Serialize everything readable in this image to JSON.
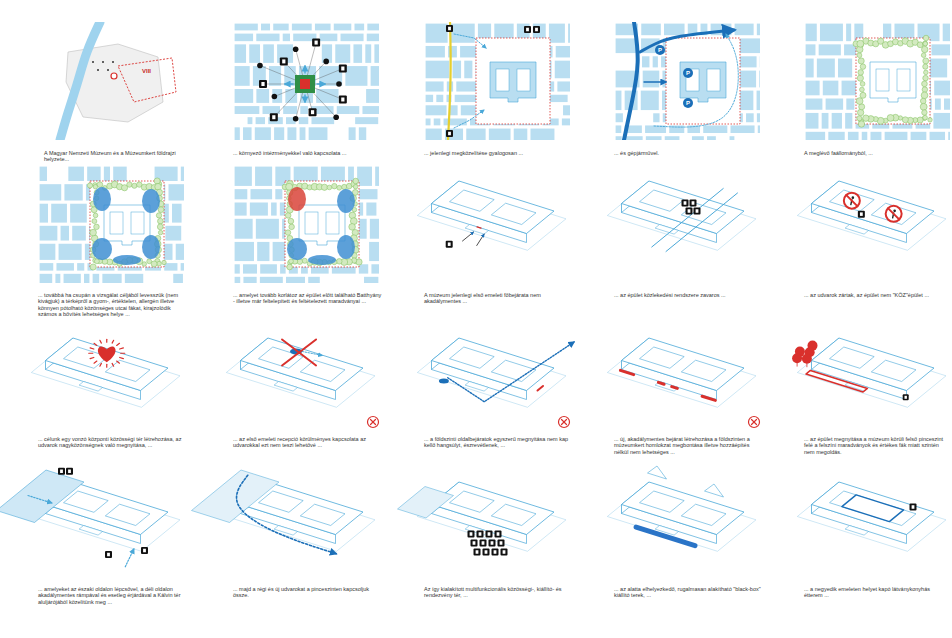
{
  "diagram": {
    "labels": [
      "VIII",
      "A Magyar Nemzeti Múzeum és a Múzeumkert földrajzi helyzete...",
      "... környező intézményekkel való kapcsolata ...",
      "... jelenlegi megközelítése gyalogosan ...",
      "P",
      "P",
      "P",
      "... és gépjárművel.",
      "A meglévő faállományból, ...",
      "... továbbá ha csupán a vizsgálat céljából levesszük (nem kivágjuk) a térképről a gyom-, értéktelen, allergén illetve könnyen pótolható közönséges utcai fákat, kirajzolódik számos a bővítés lehetséges helye ...",
      "... amelyet tovább korlátoz az épület előtt található Batthyány - illetve már feltelepített és feltételezett maradványai ...",
      "A múzeum jelenlegi első emeleti főbejárata nem akadálymentes ...",
      "... az épület közlekedési rendszere zavaros ...",
      "... az udvarok zártak, az épület nem \"KÖZ\"épület ...",
      "... célunk egy vonzó központi közösségi tér létrehozása, az udvarok nagyközönségnek való megnyitása, ...",
      "... az első emeleti recepció körülményes kapcsolata az udvarokkal ezt nem teszi lehetővé ...",
      "... a földszinti oldalbejáratok egyszerű megnyitása nem kap kellő hangsúlyt, észrevétlenek, ...",
      "... új, akadálymentes bejárat létrehozása a földszinten a múzeumkert homlokzat megbontása illetve hozzáépítés nélkül nem lehetséges ...",
      "... az épület megnyitása a múzeum körüli felső pinceszint felé a felszíni maradványok és értékes fák miatt szintén nem megoldás.",
      "... amelyeket az északi oldalon lépcsővel, a déli oldalon akadálymentes rámpával és esetleg érjárdával a Kálvin tér aluljárójából közelítünk meg ...",
      "... majd a régi és új udvarokat a pinceszinten kapcsoljuk össze.",
      "Az így kialakított multifunkcionális közösségi-, kiállító- és rendezvény tér, ...",
      "... az alatta elhelyezkedő, rugalmasan alakítható \"black-box\" kiállító terek, ...",
      "... a negyedik emeleten helyet kapó látványkonyhás étterem ..."
    ]
  }
}
